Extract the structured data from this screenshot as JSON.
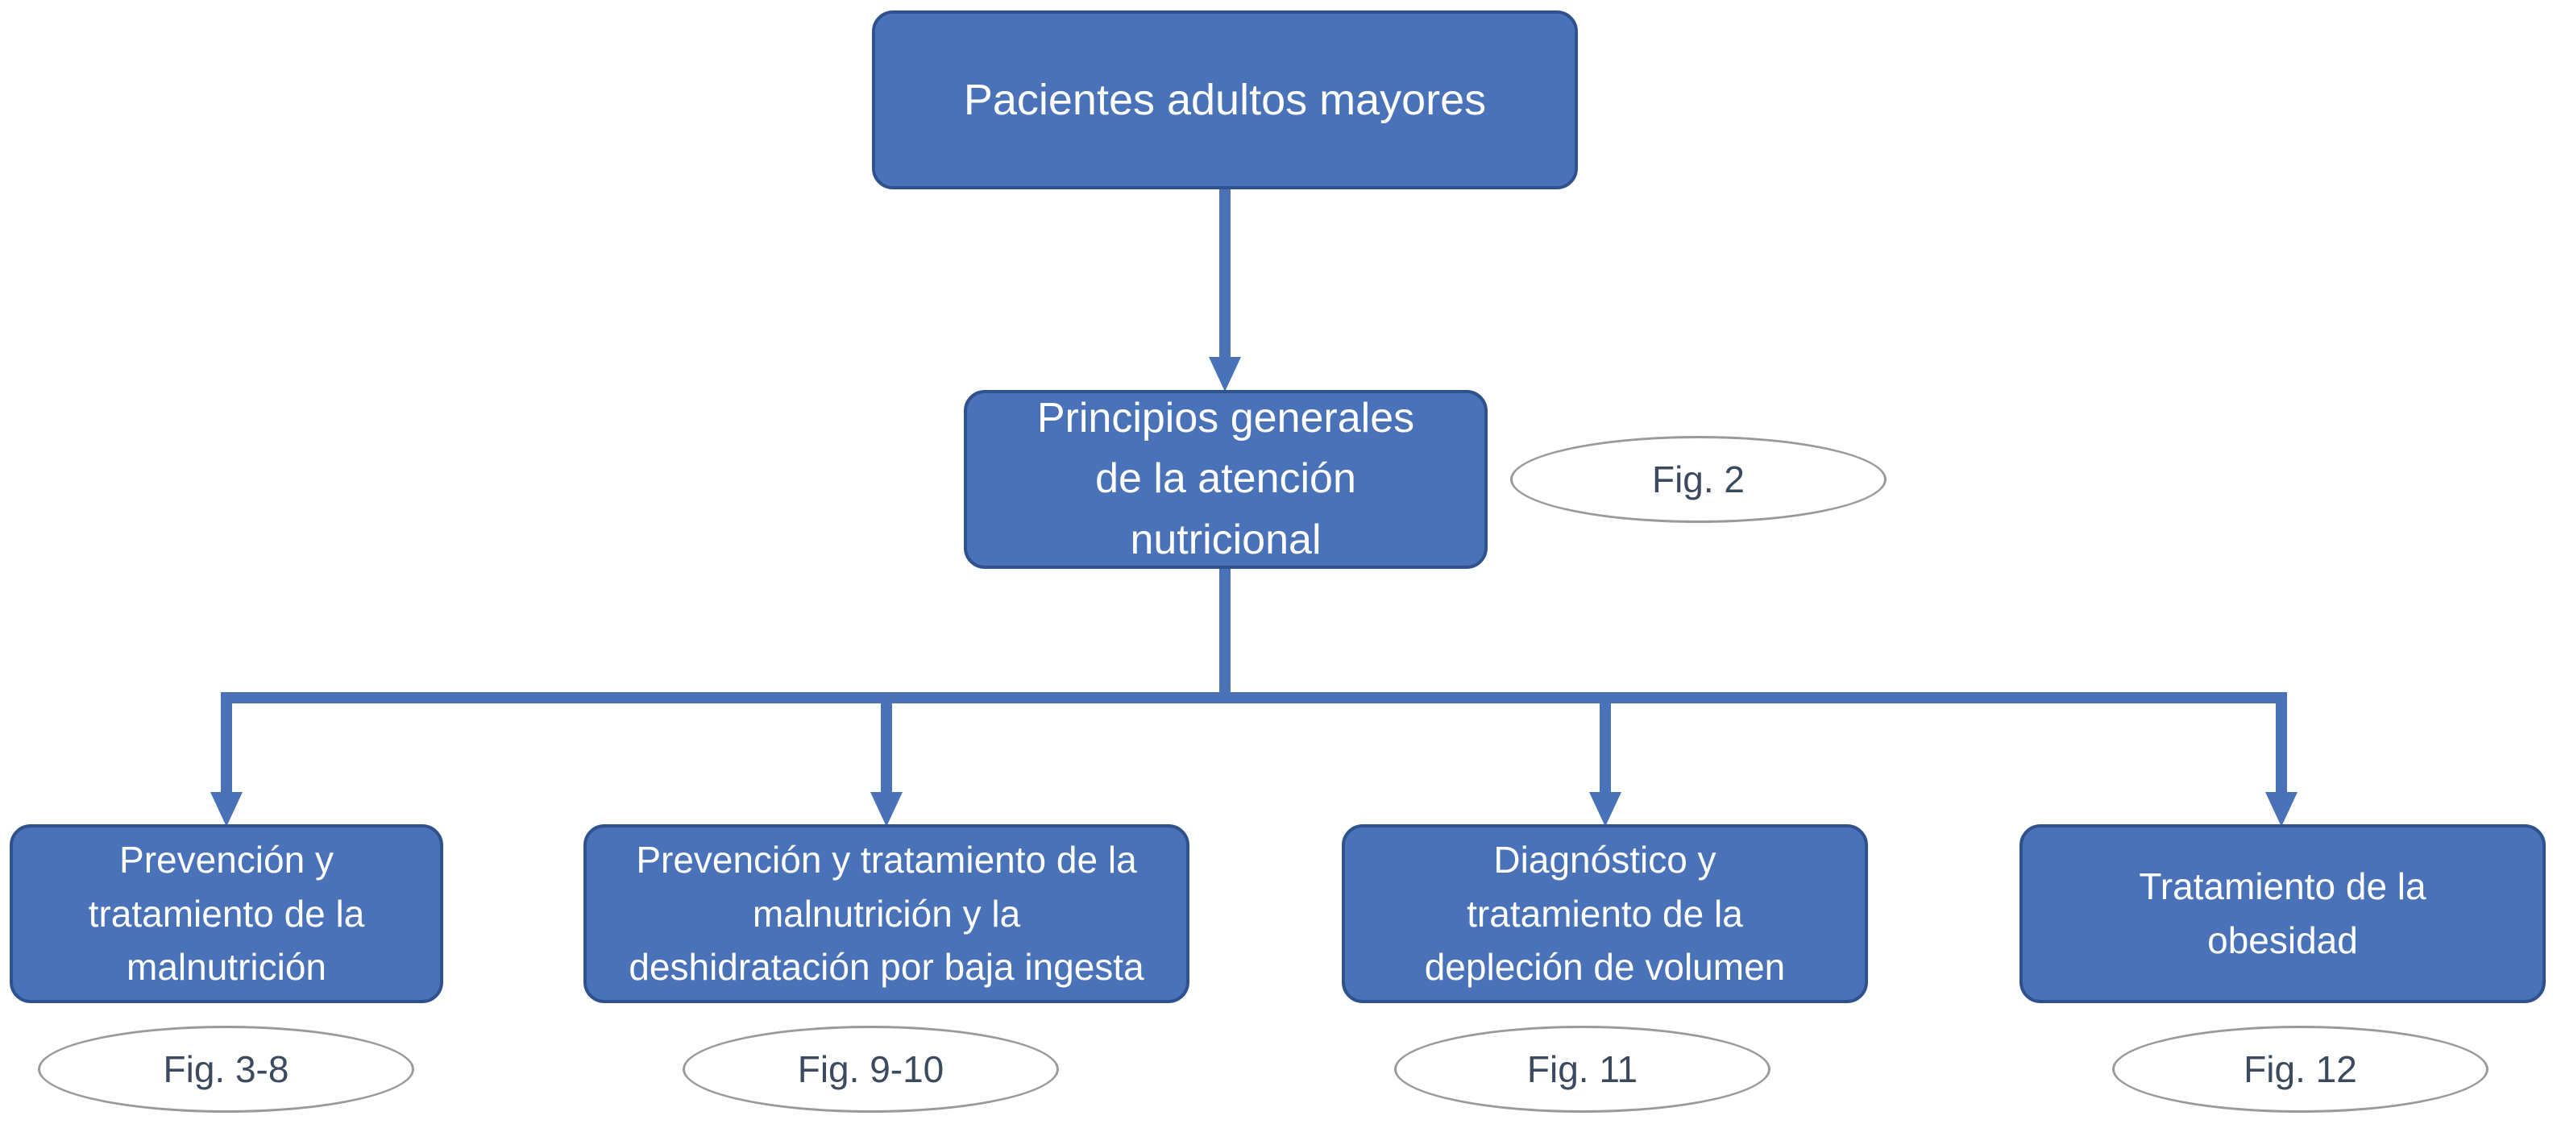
{
  "colors": {
    "box_fill": "#4a72b8",
    "box_border": "#2f528f",
    "connector": "#4a72b8",
    "oval_border": "#9a9a9a",
    "oval_text": "#3b4a5e"
  },
  "nodes": {
    "root": {
      "label": "Pacientes adultos mayores"
    },
    "principles": {
      "label": "Principios generales\nde la atención\nnutricional",
      "ref": "Fig. 2"
    },
    "malnutrition": {
      "label": "Prevención y\ntratamiento de la\nmalnutrición",
      "ref": "Fig. 3-8"
    },
    "low_intake": {
      "label": "Prevención y tratamiento de la\nmalnutrición y la\ndeshidratación por baja ingesta",
      "ref": "Fig. 9-10"
    },
    "volume_depletion": {
      "label": "Diagnóstico y\ntratamiento de la\ndepleción de volumen",
      "ref": "Fig. 11"
    },
    "obesity": {
      "label": "Tratamiento de la\nobesidad",
      "ref": "Fig. 12"
    }
  }
}
